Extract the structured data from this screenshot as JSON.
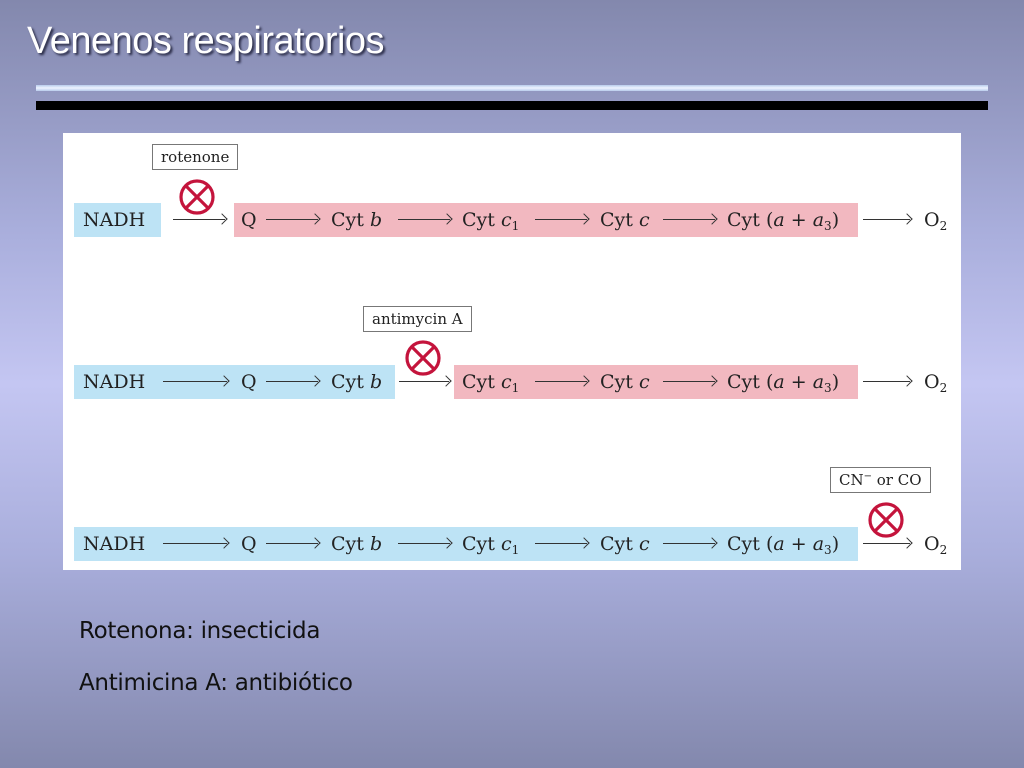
{
  "slide": {
    "title": "Venenos respiratorios",
    "captions": [
      "Rotenona: insecticida",
      "Antimicina A: antibiótico"
    ]
  },
  "diagram": {
    "labels": {
      "nadh": "NADH",
      "q": "Q",
      "cyt": "Cyt",
      "b": "b",
      "c": "c",
      "one": "1",
      "a_open": "(",
      "a": "a",
      "plus": " + ",
      "three": "3",
      "a_close": ")",
      "o": "O",
      "two": "2"
    },
    "inhibitors": {
      "rotenone": "rotenone",
      "antimycin": "antimycin A",
      "cyanide": "CN",
      "cyanide_sup": "−",
      "cyanide_rest": " or CO"
    }
  },
  "colors": {
    "active_segment": "#bde3f5",
    "blocked_segment": "#f2b8c0",
    "inhibitor_symbol": "#c4143c"
  }
}
